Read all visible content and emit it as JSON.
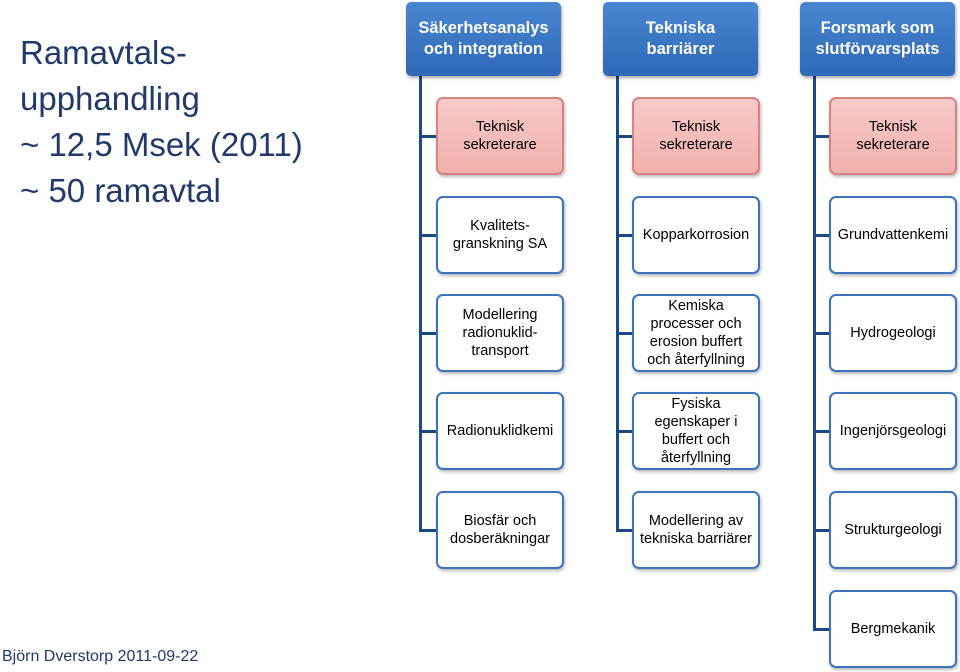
{
  "title_lines": [
    "Ramavtals-",
    "upphandling",
    "~ 12,5 Msek (2011)",
    "~ 50 ramavtal"
  ],
  "footer": "Björn Dverstorp 2011-09-22",
  "colors": {
    "header_fill": "#3a76c4",
    "node_border": "#3b73bd",
    "pink_fill": "#f4bcba",
    "connector": "#1a4a86"
  },
  "columns": [
    {
      "header": [
        "Säkerhetsanalys",
        "och integration"
      ],
      "items": [
        {
          "label": "Teknisk\nsekreterare",
          "highlight": true
        },
        {
          "label": "Kvalitets-\ngranskning SA",
          "highlight": false
        },
        {
          "label": "Modellering\nradionuklid-\ntransport",
          "highlight": false
        },
        {
          "label": "Radionuklidkemi",
          "highlight": false
        },
        {
          "label": "Biosfär och\ndosberäkningar",
          "highlight": false
        }
      ]
    },
    {
      "header": [
        "Tekniska",
        "barriärer"
      ],
      "items": [
        {
          "label": "Teknisk\nsekreterare",
          "highlight": true
        },
        {
          "label": "Kopparkorrosion",
          "highlight": false
        },
        {
          "label": "Kemiska\nprocesser och\nerosion buffert\noch återfyllning",
          "highlight": false
        },
        {
          "label": "Fysiska\negenskaper i\nbuffert och\nåterfyllning",
          "highlight": false
        },
        {
          "label": "Modellering av\ntekniska barriärer",
          "highlight": false
        }
      ]
    },
    {
      "header": [
        "Forsmark som",
        "slutförvarsplats"
      ],
      "items": [
        {
          "label": "Teknisk\nsekreterare",
          "highlight": true
        },
        {
          "label": "Grundvattenkemi",
          "highlight": false
        },
        {
          "label": "Hydrogeologi",
          "highlight": false
        },
        {
          "label": "Ingenjörsgeologi",
          "highlight": false
        },
        {
          "label": "Strukturgeologi",
          "highlight": false
        },
        {
          "label": "Bergmekanik",
          "highlight": false
        }
      ]
    }
  ]
}
